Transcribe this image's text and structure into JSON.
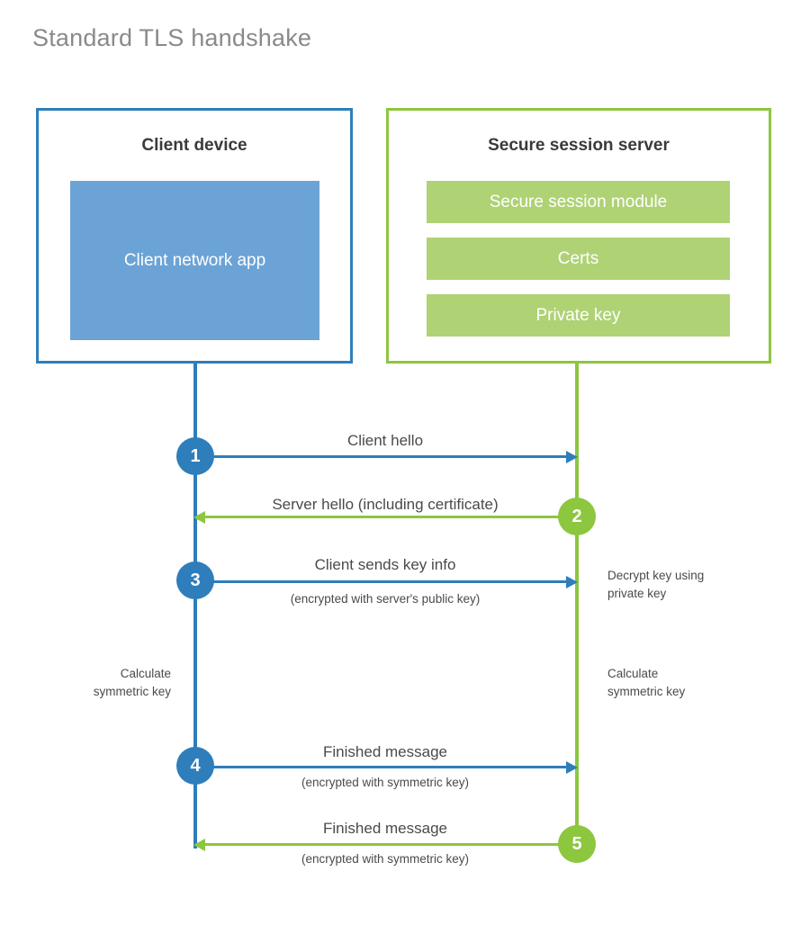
{
  "title": "Standard TLS handshake",
  "colors": {
    "client_accent": "#2E7EBB",
    "client_fill": "#6BA3D6",
    "server_accent": "#8DC63F",
    "server_fill": "#AFD275",
    "title_text": "#8a8a8a",
    "body_text": "#4a4a4a",
    "heading_text": "#3a3a3a",
    "background": "#ffffff"
  },
  "client": {
    "title": "Client device",
    "app_label": "Client network\napp"
  },
  "server": {
    "title": "Secure session server",
    "components": [
      {
        "label": "Secure session module"
      },
      {
        "label": "Certs"
      },
      {
        "label": "Private key"
      }
    ]
  },
  "steps": [
    {
      "number": "1",
      "label": "Client hello",
      "sublabel": "",
      "direction": "client-to-server",
      "color": "blue"
    },
    {
      "number": "2",
      "label": "Server hello (including certificate)",
      "sublabel": "",
      "direction": "server-to-client",
      "color": "green"
    },
    {
      "number": "3",
      "label": "Client sends key info",
      "sublabel": "(encrypted with server's public key)",
      "direction": "client-to-server",
      "color": "blue"
    },
    {
      "number": "4",
      "label": "Finished message",
      "sublabel": "(encrypted with symmetric key)",
      "direction": "client-to-server",
      "color": "blue"
    },
    {
      "number": "5",
      "label": "Finished message",
      "sublabel": "(encrypted with symmetric key)",
      "direction": "server-to-client",
      "color": "green"
    }
  ],
  "annotations": {
    "server_decrypt": "Decrypt key using\nprivate key",
    "client_calculate": "Calculate\nsymmetric key",
    "server_calculate": "Calculate\nsymmetric key"
  }
}
